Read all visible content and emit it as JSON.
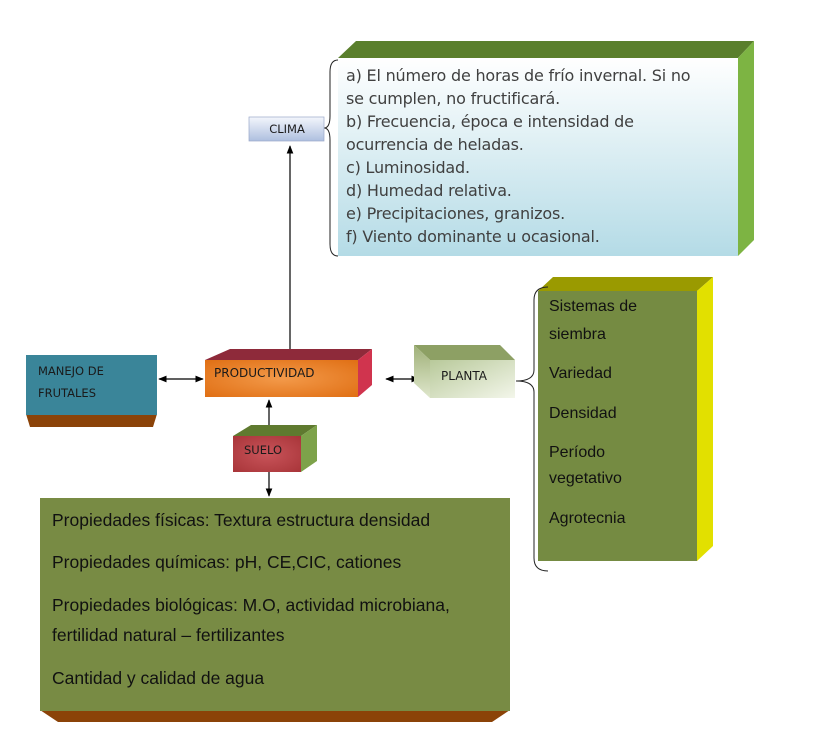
{
  "diagram": {
    "center": {
      "label": "PRODUCTIVIDAD"
    },
    "clima": {
      "label": "CLIMA",
      "details": [
        "a) El número de horas de frío invernal. Si no",
        "se cumplen, no fructificará.",
        "b) Frecuencia, época e intensidad de",
        "ocurrencia de heladas.",
        "c) Luminosidad.",
        "d) Humedad relativa.",
        "e) Precipitaciones, granizos.",
        "f) Viento dominante u ocasional."
      ]
    },
    "manejo": {
      "label_line1": "MANEJO DE",
      "label_line2": "FRUTALES"
    },
    "planta": {
      "label": "PLANTA",
      "details": [
        "Sistemas de",
        "siembra",
        "Variedad",
        "Densidad",
        "Período",
        "vegetativo",
        "Agrotecnia"
      ]
    },
    "suelo": {
      "label": "SUELO",
      "details": [
        "Propiedades físicas: Textura estructura densidad",
        "Propiedades químicas: pH, CE,CIC, cationes",
        "Propiedades biológicas: M.O, actividad microbiana,",
        "fertilidad natural – fertilizantes",
        "Cantidad y calidad de agua"
      ]
    },
    "colors": {
      "clima_box_top": "#5a7f2c",
      "clima_box_side": "#7db443",
      "clima_box_face_top": "#ffffff",
      "clima_box_face_bottom": "#b4dbe6",
      "clima_node": "#c7d6ef",
      "manejo_face": "#3a8599",
      "manejo_base": "#8b4308",
      "productividad_face": "#e8781a",
      "productividad_top": "#8e2a3a",
      "productividad_side": "#d0344e",
      "planta_face": "#d6e2bf",
      "planta_top": "#8da064",
      "suelo_face": "#b03b3f",
      "suelo_top": "#5f7a2f",
      "suelo_side": "#7da24a",
      "planta_box_face": "#758b42",
      "planta_box_top": "#9a9a00",
      "planta_box_side": "#e2e000",
      "suelo_box_face": "#788b44",
      "suelo_box_base": "#8b4308"
    }
  }
}
